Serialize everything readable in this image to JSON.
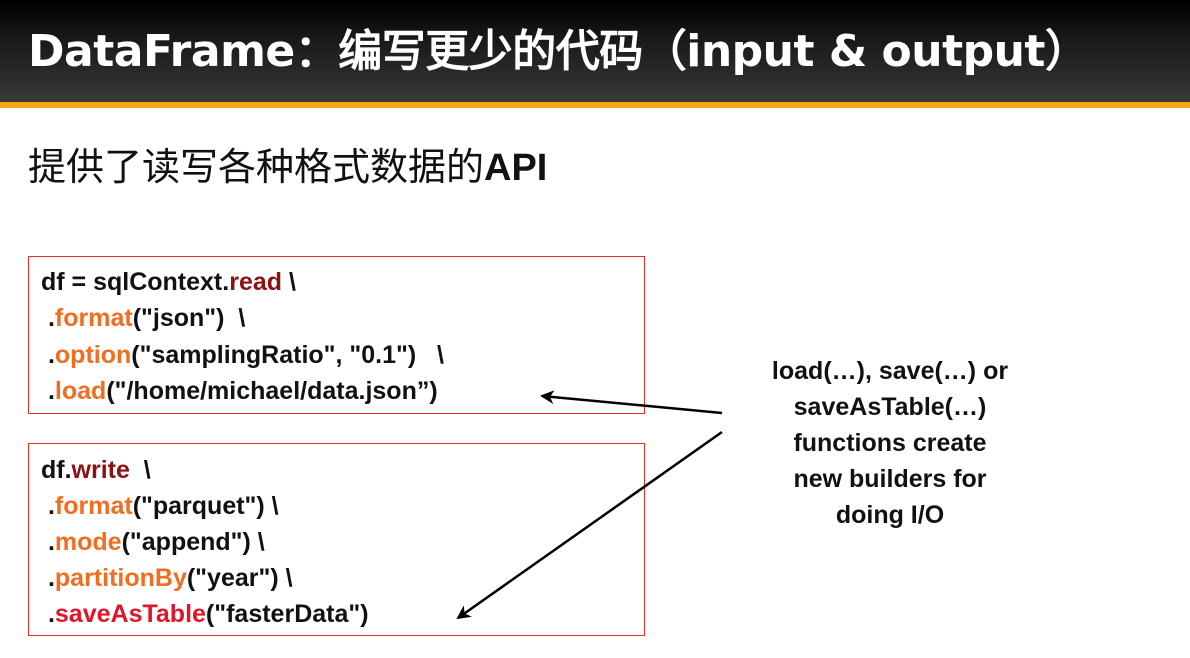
{
  "title": "DataFrame：编写更少的代码（input & output）",
  "subtitle": {
    "text": "提供了读写各种格式数据的",
    "api": "API"
  },
  "read_code": {
    "line1": {
      "a": "df = sqlContext.",
      "b": "read",
      "c": " \\"
    },
    "line2": {
      "a": " .",
      "b": "format",
      "c": "(\"json\")  \\"
    },
    "line3": {
      "a": " .",
      "b": "option",
      "c": "(\"samplingRatio\", \"0.1\")   \\"
    },
    "line4": {
      "a": " .",
      "b": "load",
      "c": "(\"/home/michael/data.json”)"
    }
  },
  "write_code": {
    "line1": {
      "a": "df.",
      "b": "write",
      "c": "  \\"
    },
    "line2": {
      "a": " .",
      "b": "format",
      "c": "(\"parquet\") \\"
    },
    "line3": {
      "a": " .",
      "b": "mode",
      "c": "(\"append\") \\"
    },
    "line4": {
      "a": " .",
      "b": "partitionBy",
      "c": "(\"year\") \\"
    },
    "line5": {
      "a": " .",
      "b": "saveAsTable",
      "c": "(\"fasterData\")"
    }
  },
  "note": {
    "line1": "load(…), save(…) or",
    "line2": "saveAsTable(…)",
    "line3": "functions create",
    "line4": "new builders for",
    "line5": "doing I/O"
  },
  "colors": {
    "title_bar": "#000000",
    "accent": "#f3a712",
    "box_border": "#e0301e",
    "keyword_dark_red": "#8a1212",
    "keyword_orange": "#f36d21",
    "keyword_red": "#e0142a"
  }
}
